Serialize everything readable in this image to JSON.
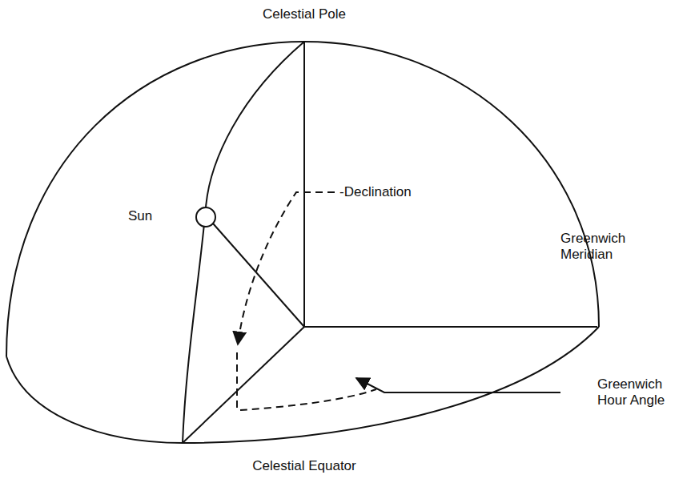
{
  "diagram": {
    "labels": [
      "Celestial Pole",
      "Sun",
      "-Declination",
      "Greenwich Meridian",
      "Greenwich Hour Angle",
      "Celestial Equator"
    ]
  }
}
